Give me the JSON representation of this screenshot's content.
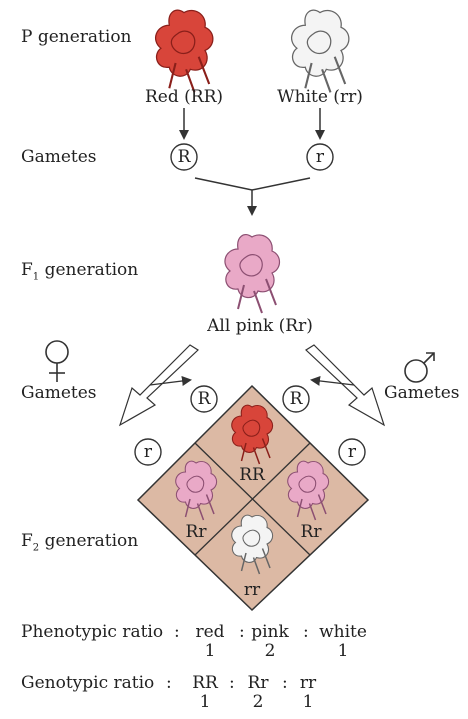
{
  "labels": {
    "p_generation": "P generation",
    "gametes": "Gametes",
    "f1_generation": "F",
    "f1_sub": "1",
    "f1_rest": " generation",
    "f2_generation": "F",
    "f2_sub": "2",
    "f2_rest": " generation"
  },
  "parents": {
    "red_label": "Red (RR)",
    "white_label": "White (rr)",
    "red_allele": "R",
    "white_allele": "r"
  },
  "f1": {
    "label": "All pink (Rr)"
  },
  "f2_gametes": {
    "female_label": "Gametes",
    "male_label": "Gametes",
    "female_R": "R",
    "female_r": "r",
    "male_R": "R",
    "male_r": "r"
  },
  "punnett": {
    "top": "RR",
    "left": "Rr",
    "right": "Rr",
    "bottom": "rr"
  },
  "ratios": {
    "phenotypic_label": "Phenotypic ratio",
    "phenotypic_colon": ":",
    "phenotypic_terms": [
      "red",
      "pink",
      "white"
    ],
    "phenotypic_values": [
      "1",
      "2",
      "1"
    ],
    "genotypic_label": "Genotypic ratio",
    "genotypic_colon": ":",
    "genotypic_terms": [
      "RR",
      "Rr",
      "rr"
    ],
    "genotypic_values": [
      "1",
      "2",
      "1"
    ],
    "separator": ":"
  },
  "colors": {
    "red_flower": "#d8453a",
    "red_dark": "#8a1f1a",
    "pink_flower": "#e9a9c7",
    "pink_dark": "#8c4f72",
    "white_flower": "#f4f4f4",
    "white_dark": "#666666",
    "punnett_fill": "#dcb9a4",
    "line": "#333333"
  }
}
